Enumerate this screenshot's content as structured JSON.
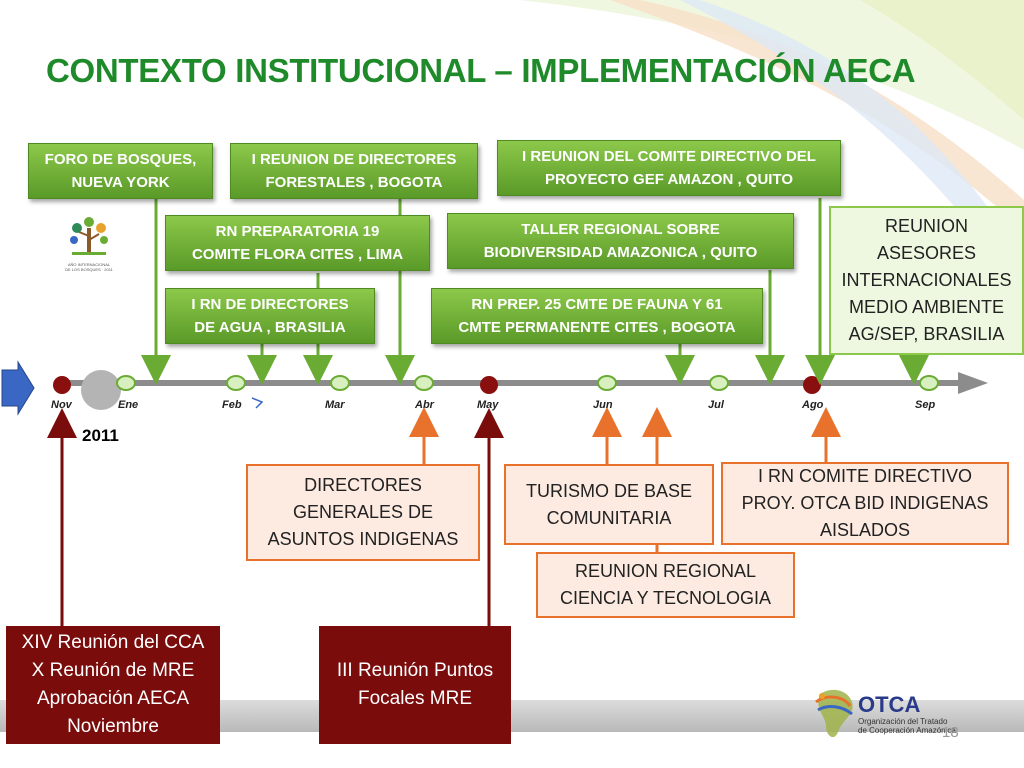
{
  "title": "CONTEXTO INSTITUCIONAL – IMPLEMENTACIÓN AECA",
  "year": "2011",
  "months": [
    "Nov",
    "Ene",
    "Feb",
    "Mar",
    "Abr",
    "May",
    "Jun",
    "Jul",
    "Ago",
    "Sep"
  ],
  "green_events": [
    "FORO DE BOSQUES,\nNUEVA YORK",
    "I REUNION DE DIRECTORES\nFORESTALES ,  BOGOTA",
    "I REUNION DEL COMITE DIRECTIVO DEL\nPROYECTO GEF AMAZON , QUITO",
    "RN PREPARATORIA 19\nCOMITE  FLORA CITES , LIMA",
    "TALLER REGIONAL SOBRE\nBIODIVERSIDAD AMAZONICA , QUITO",
    "I RN DE DIRECTORES\nDE AGUA ,  BRASILIA",
    "RN PREP. 25 CMTE DE FAUNA Y 61\nCMTE PERMANENTE CITES , BOGOTA"
  ],
  "light_green_event": "REUNION\nASESORES\nINTERNACIONALES\nMEDIO AMBIENTE\nAG/SEP, BRASILIA",
  "orange_events": [
    "DIRECTORES\nGENERALES DE\nASUNTOS INDIGENAS",
    "TURISMO DE BASE\nCOMUNITARIA",
    "I RN COMITE DIRECTIVO\nPROY. OTCA BID INDIGENAS\nAISLADOS",
    "REUNION REGIONAL\nCIENCIA Y TECNOLOGIA"
  ],
  "red_events": [
    "XIV Reunión del CCA\nX Reunión de MRE\nAprobación AECA\nNoviembre",
    "III Reunión Puntos\nFocales MRE"
  ],
  "logo": {
    "name": "OTCA",
    "subtitle": "Organización del Tratado\nde Cooperación Amazónica"
  },
  "emblem_text": "AÑO INTERNACIONAL\nDE LOS BOSQUES · 2011",
  "slide_number": "18",
  "colors": {
    "title": "#1e8a2a",
    "green_box": "#6aab34",
    "orange": "#e8722c",
    "dark_red": "#7a0c0c",
    "timeline": "#8c8c8c",
    "arrow_blue": "#3a66c4"
  }
}
